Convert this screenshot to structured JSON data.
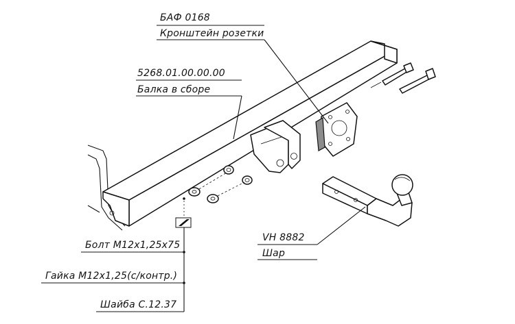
{
  "labels": {
    "bracket_code": "БАФ 0168",
    "bracket_name": "Кронштейн розетки",
    "beam_code": "5268.01.00.00.00",
    "beam_name": "Балка в сборе",
    "ball_code": "VH 8882",
    "ball_name": "Шар",
    "bolt": "Болт М12х1,25х75",
    "nut": "Гайка М12х1,25(с/контр.)",
    "washer": "Шайба  С.12.37"
  }
}
